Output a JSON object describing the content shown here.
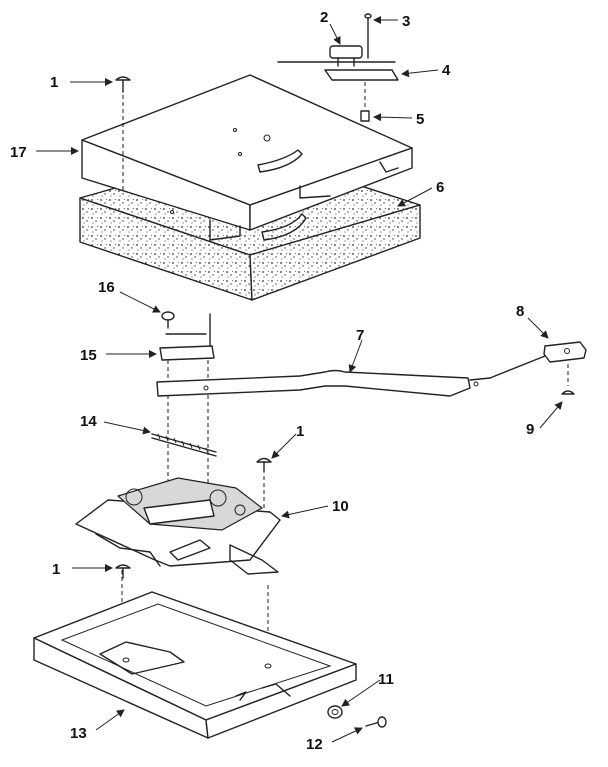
{
  "callouts": {
    "c1a": "1",
    "c2": "2",
    "c3": "3",
    "c4": "4",
    "c5": "5",
    "c17": "17",
    "c6": "6",
    "c16": "16",
    "c15": "15",
    "c7": "7",
    "c8": "8",
    "c9": "9",
    "c14": "14",
    "c1b": "1",
    "c10": "10",
    "c1c": "1",
    "c11": "11",
    "c13": "13",
    "c12": "12"
  }
}
